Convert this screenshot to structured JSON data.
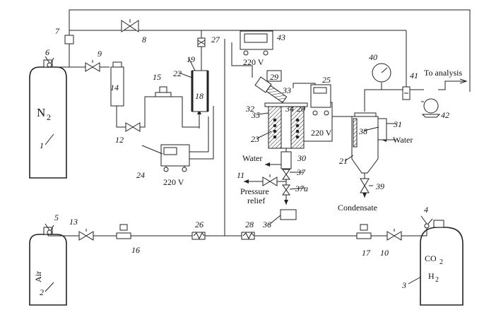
{
  "labels": {
    "n2": "N",
    "n2_sub": "2",
    "air": "Air",
    "co2": "CO",
    "co2_sub": "2",
    "h2": "H",
    "h2_sub": "2",
    "water_left": "Water",
    "water_right": "Water",
    "pressure": "Pressure",
    "relief": "relief",
    "condensate": "Condensate",
    "to_analysis": "To analysis",
    "v220_a": "220 V",
    "v220_b": "220 V",
    "v220_c": "220 V"
  },
  "numbers": {
    "n1": "1",
    "n2": "2",
    "n3": "3",
    "n4": "4",
    "n5": "5",
    "n6": "6",
    "n7": "7",
    "n8": "8",
    "n9": "9",
    "n10": "10",
    "n11": "11",
    "n12": "12",
    "n13": "13",
    "n14": "14",
    "n15": "15",
    "n16": "16",
    "n17": "17",
    "n18": "18",
    "n19": "19",
    "n20": "20",
    "n21": "21",
    "n22": "22",
    "n23": "23",
    "n24": "24",
    "n25": "25",
    "n26": "26",
    "n27": "27",
    "n28": "28",
    "n29": "29",
    "n30": "30",
    "n31": "31",
    "n32": "32",
    "n33": "33",
    "n34": "34",
    "n35": "35",
    "n36": "36",
    "n37": "37",
    "n37a": "37a",
    "n38": "38",
    "n39": "39",
    "n40": "40",
    "n41": "41",
    "n42": "42",
    "n43": "43"
  }
}
